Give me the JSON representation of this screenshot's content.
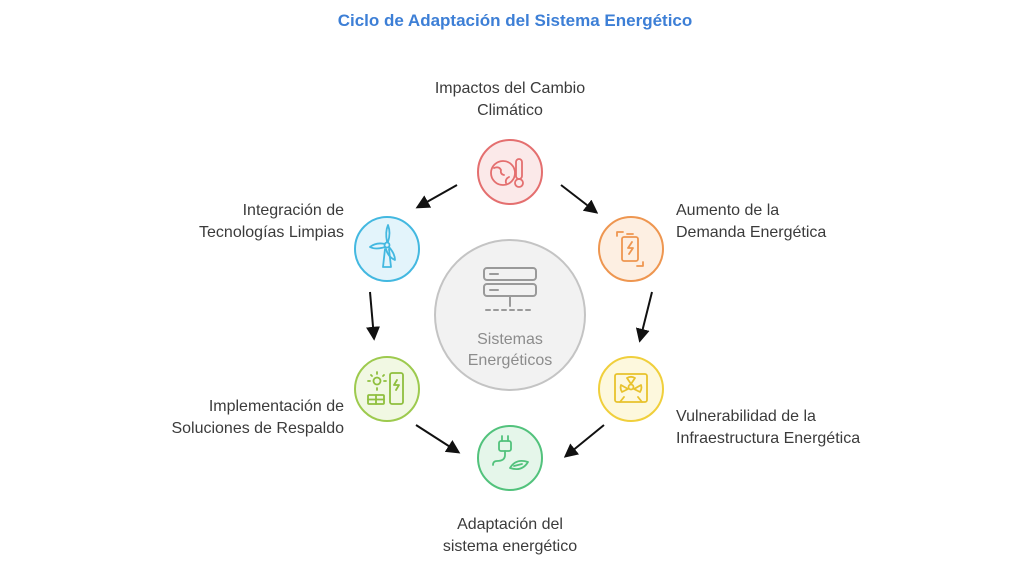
{
  "title": "Ciclo de Adaptación del Sistema Energético",
  "center": {
    "label_line1": "Sistemas",
    "label_line2": "Energéticos",
    "icon": "server-stack-icon",
    "color": "#bdbdbd"
  },
  "nodes": [
    {
      "id": "impactos",
      "line1": "Impactos del Cambio",
      "line2": "Climático",
      "icon": "globe-thermometer-icon",
      "color": "#e46f6f",
      "fill": "#fbe9e9"
    },
    {
      "id": "aumento",
      "line1": "Aumento de la",
      "line2": "Demanda Energética",
      "icon": "battery-cycle-icon",
      "color": "#ee9650",
      "fill": "#fdefe2"
    },
    {
      "id": "vulnerabilidad",
      "line1": "Vulnerabilidad de la",
      "line2": "Infraestructura Energética",
      "icon": "radiation-panel-icon",
      "color": "#f0cf3c",
      "fill": "#fdf8dd"
    },
    {
      "id": "adaptacion",
      "line1": "Adaptación del",
      "line2": "sistema energético",
      "icon": "plug-leaf-icon",
      "color": "#52c27c",
      "fill": "#e5f6ea"
    },
    {
      "id": "implementacion",
      "line1": "Implementación de",
      "line2": "Soluciones de Respaldo",
      "icon": "solar-battery-icon",
      "color": "#9dca4e",
      "fill": "#f1f8e3"
    },
    {
      "id": "integracion",
      "line1": "Integración de",
      "line2": "Tecnologías Limpias",
      "icon": "wind-turbine-icon",
      "color": "#43b8e0",
      "fill": "#e3f4fb"
    }
  ]
}
